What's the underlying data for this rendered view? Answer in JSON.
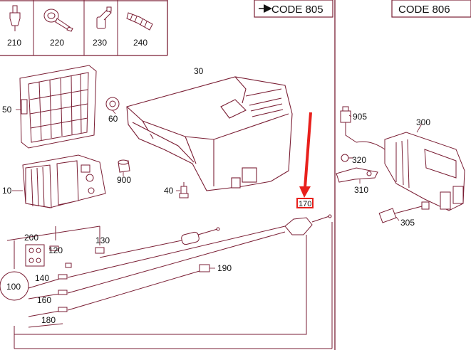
{
  "code_tags": {
    "left": "CODE 805",
    "right": "CODE 806"
  },
  "legend_parts": [
    "210",
    "220",
    "230",
    "240"
  ],
  "callouts": {
    "p30": "30",
    "p50": "50",
    "p60": "60",
    "p10": "10",
    "p900": "900",
    "p40": "40",
    "p170": "170",
    "p200": "200",
    "p130": "130",
    "p120": "120",
    "p140": "140",
    "p100": "100",
    "p190": "190",
    "p160": "160",
    "p180": "180",
    "p905": "905",
    "p300": "300",
    "p320": "320",
    "p310": "310",
    "p305": "305"
  },
  "colors": {
    "line_art": "#7a1e34",
    "highlight": "#e8201c",
    "text": "#111111"
  }
}
